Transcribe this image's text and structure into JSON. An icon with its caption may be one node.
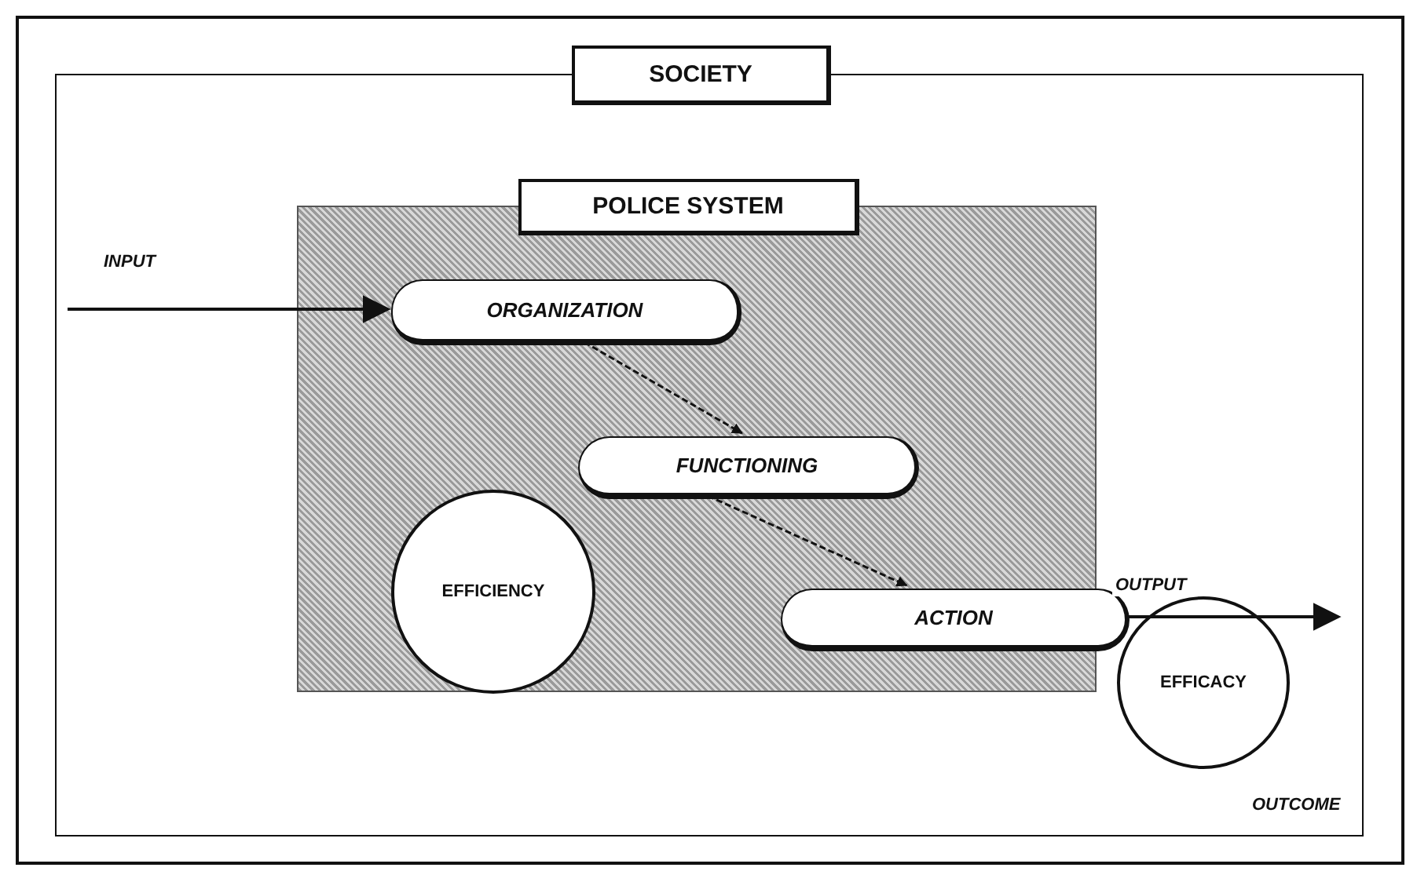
{
  "diagram": {
    "nodes": [
      {
        "text": [
          "SOCIETY"
        ]
      },
      {
        "text": [
          "POLICE SYSTEM"
        ],
        "in": 0
      },
      {
        "text": [
          "ORGANIZATION"
        ],
        "in": 1
      },
      {
        "text": [
          "FUNCTIONING"
        ],
        "in": 1
      },
      {
        "text": [
          "EFFICIENCY"
        ],
        "in": 1
      },
      {
        "text": [
          "ACTION"
        ],
        "in": 1
      },
      {
        "text": [
          "EFFICACY"
        ],
        "in": 0
      }
    ],
    "edges": [
      {
        "from": null,
        "to": 2,
        "arrow": "to",
        "label": "INPUT"
      },
      {
        "from": 2,
        "to": 3,
        "arrow": "to",
        "style": "dashed"
      },
      {
        "from": 3,
        "to": 5,
        "arrow": "to",
        "style": "dashed"
      },
      {
        "from": 5,
        "to": null,
        "arrow": "to",
        "label": "OUTPUT"
      }
    ],
    "labels": [
      "OUTCOME"
    ]
  }
}
